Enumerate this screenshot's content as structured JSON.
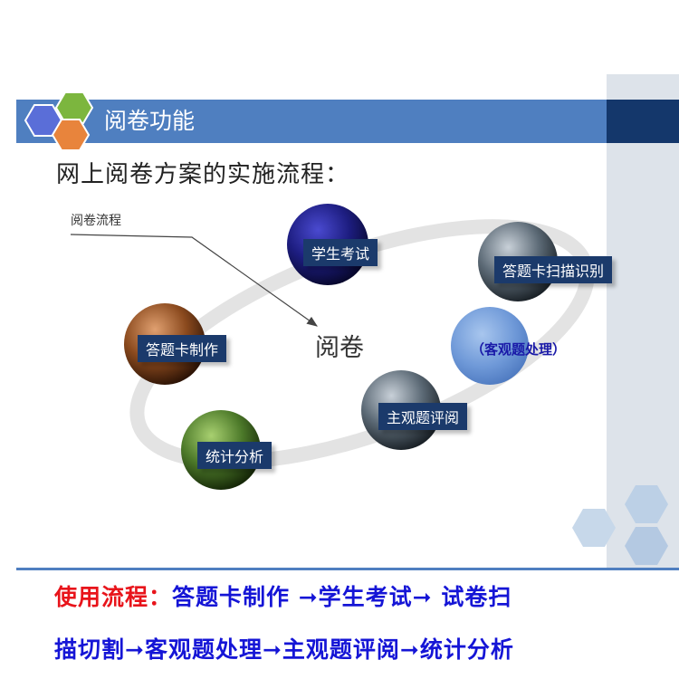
{
  "header": {
    "title": "阅卷功能"
  },
  "subtitle": "网上阅卷方案的实施流程：",
  "diagram": {
    "flow_note": "阅卷流程",
    "center_word": "阅卷",
    "nodes": {
      "student_exam": "学生考试",
      "scan_recognize": "答题卡扫描识别",
      "objective": "（客观题处理）",
      "sheet_make": "答题卡制作",
      "subjective_review": "主观题评阅",
      "statistics": "统计分析"
    }
  },
  "flow": {
    "prefix": "使用流程：",
    "row1": "答题卡制作 ➞学生考试➞ 试卷扫",
    "row2": "描切割➞客观题处理➞主观题评阅➞统计分析"
  },
  "colors": {
    "accent_blue": "#4f7fc0",
    "dark_navy": "#14376b",
    "flow_text": "#1515d6",
    "flow_prefix": "#e8141b"
  }
}
